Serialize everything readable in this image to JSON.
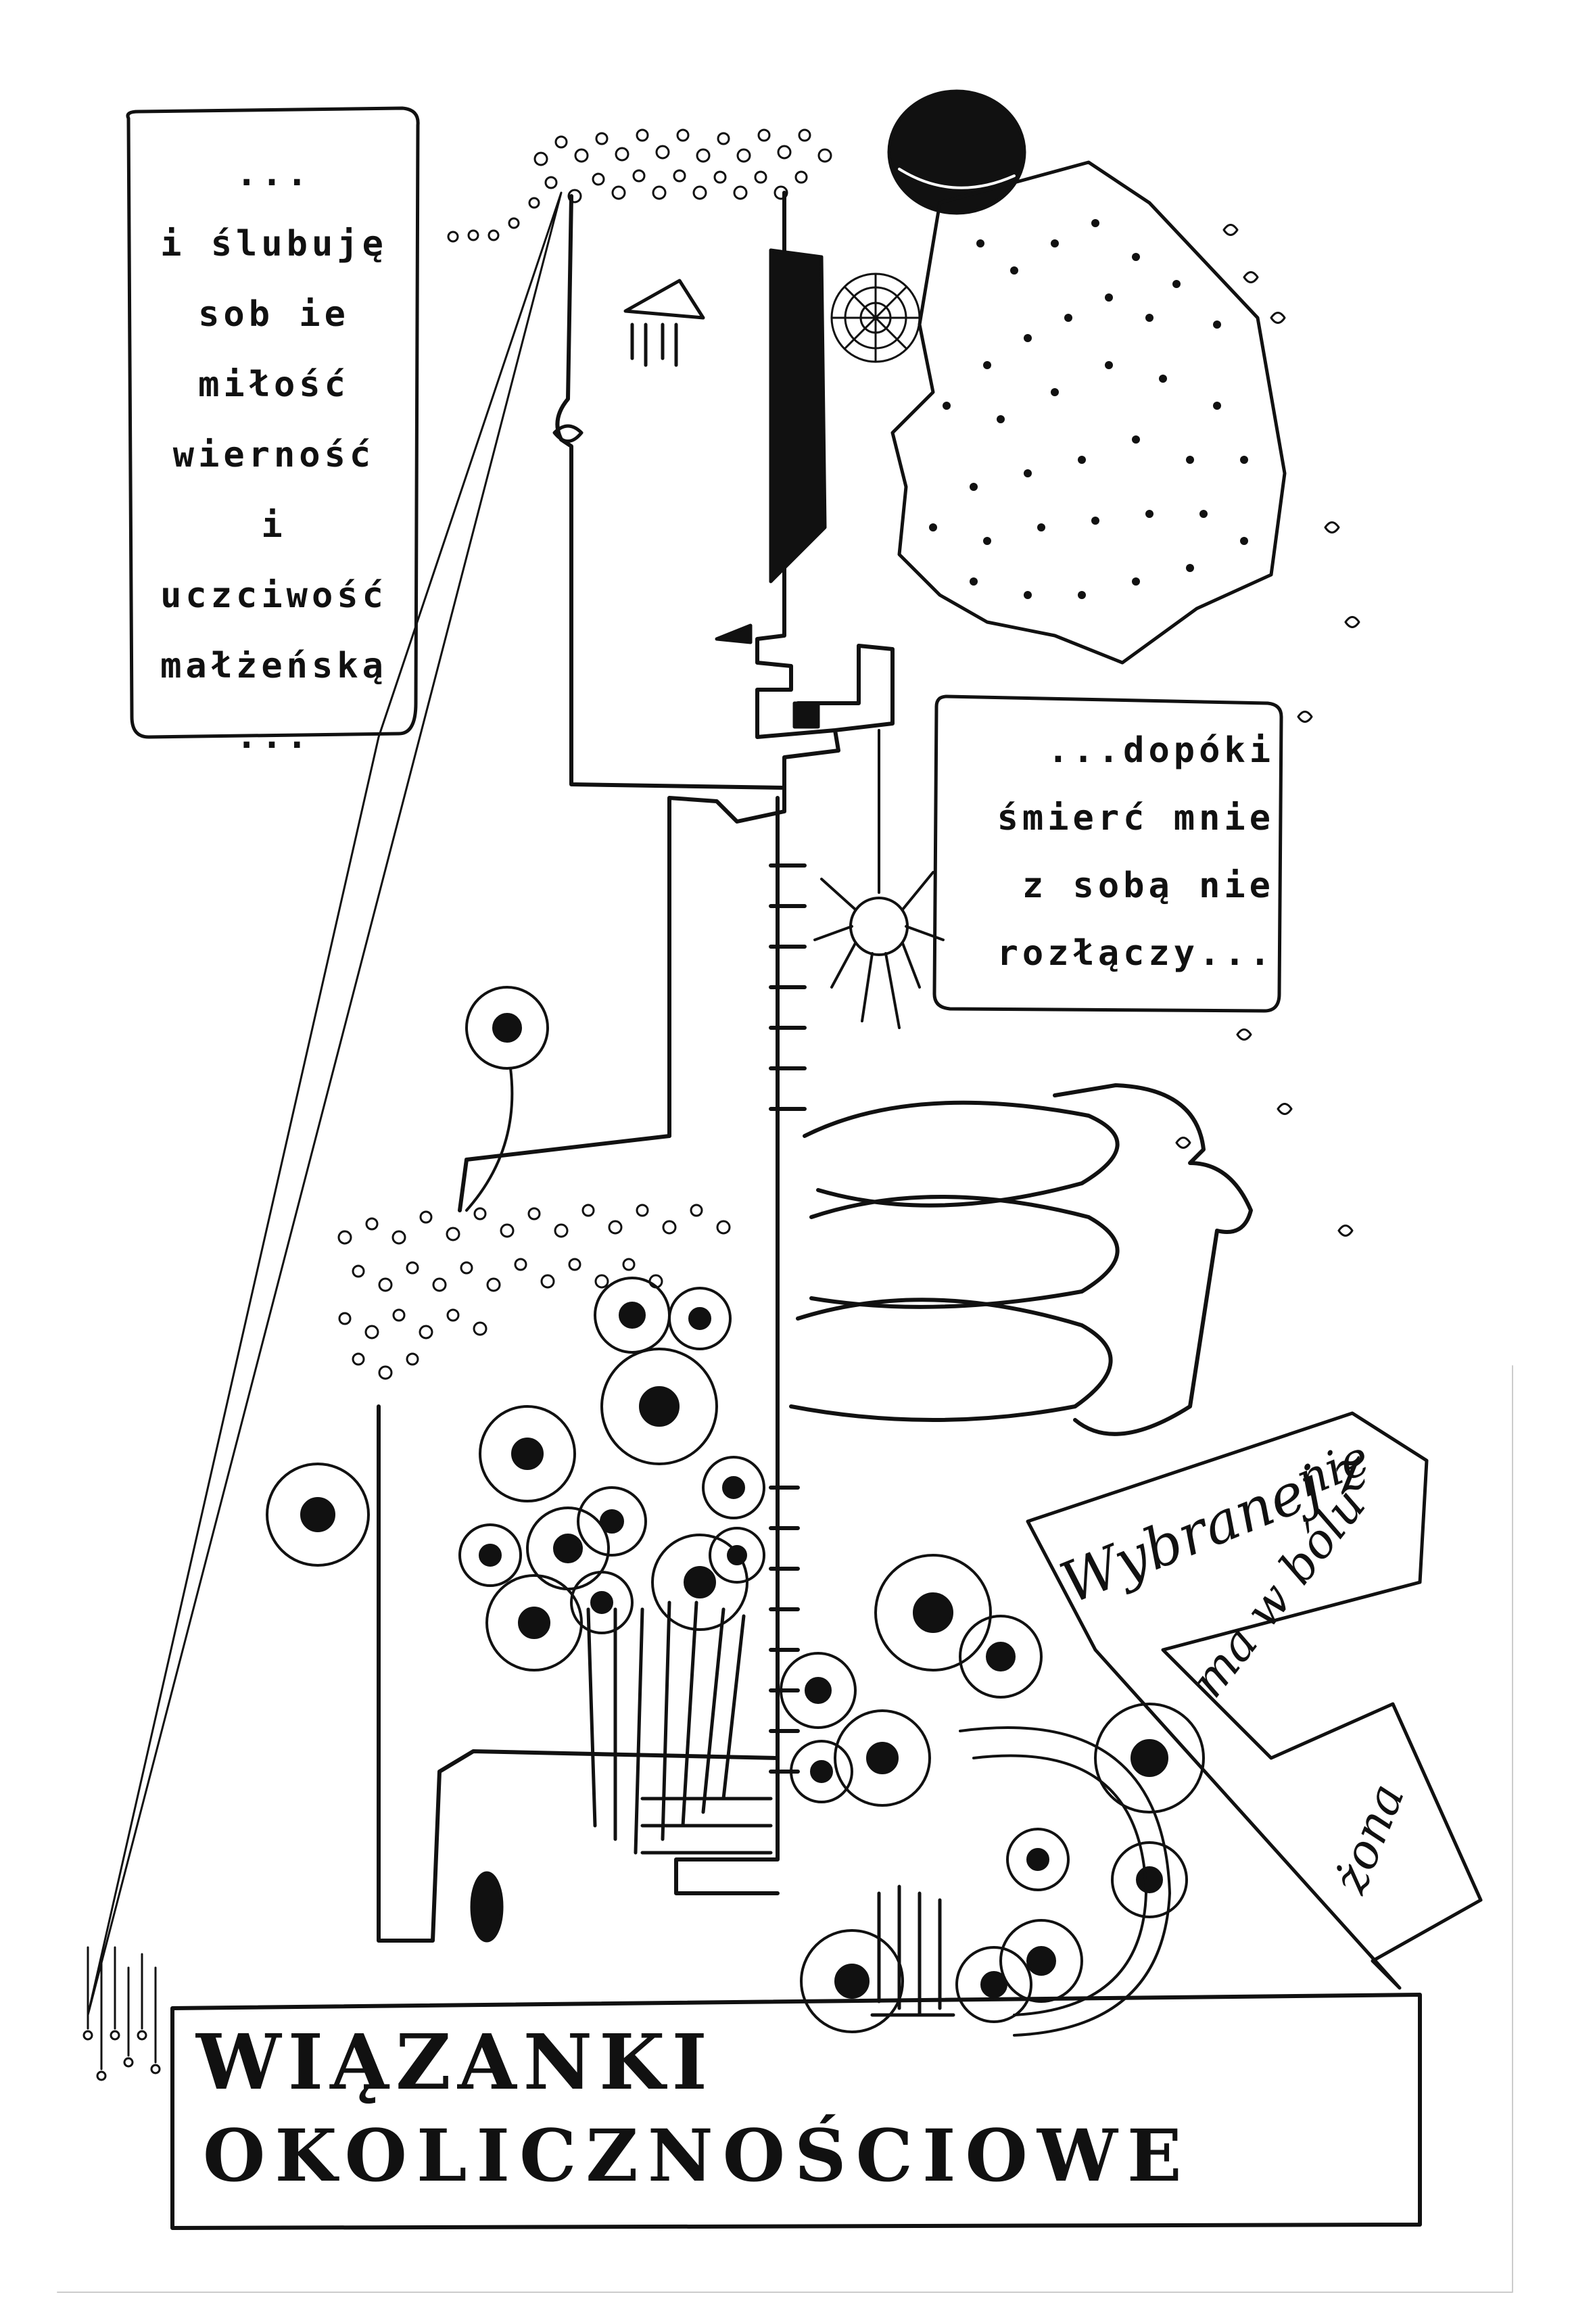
{
  "bubble_left": {
    "lines": [
      "...",
      "i ślubuję",
      "sob ie",
      "miłość",
      "wierność",
      "i",
      "uczciwość",
      "małżeńską",
      "..."
    ]
  },
  "bubble_right": {
    "lines": [
      "...dopóki",
      "śmierć  mnie",
      "z  sobą  nie",
      "rozłączy..."
    ]
  },
  "ribbon": {
    "line_1": "Wybranej z",
    "line_2": "nie",
    "line_3": "ma w bólu",
    "line_4": "żona"
  },
  "title": {
    "line_1": "WIĄZANKI",
    "line_2": "OKOLICZNOŚCIOWE"
  },
  "colors": {
    "ink": "#111111",
    "paper": "#ffffff",
    "stipple": "#1a1a1a"
  }
}
